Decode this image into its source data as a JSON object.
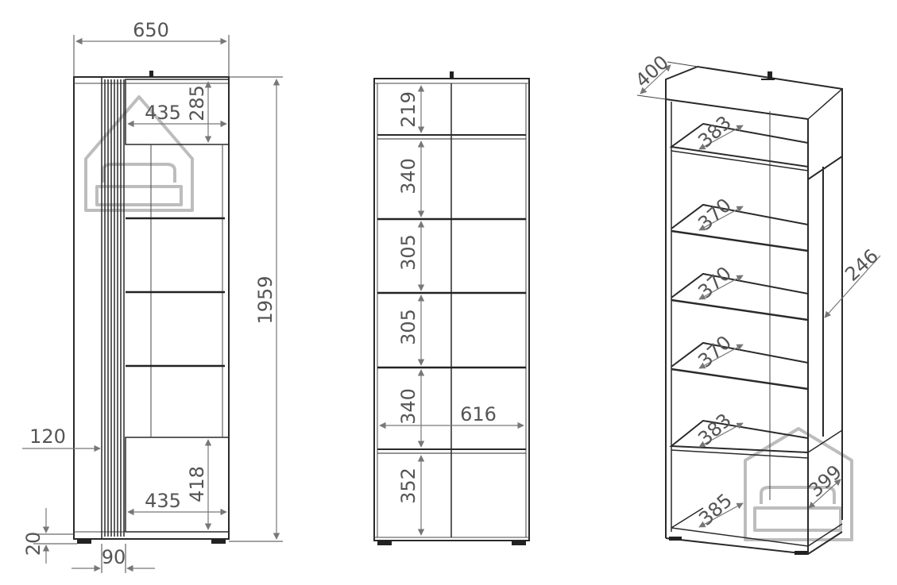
{
  "front_view": {
    "width": "650",
    "height": "1959",
    "top_compartment_height": "285",
    "top_compartment_width": "435",
    "bottom_compartment_height": "418",
    "bottom_compartment_width": "435",
    "side_offset": "120",
    "plinth_height": "20",
    "plinth_width": "90"
  },
  "middle_view": {
    "shelf_spacings": [
      "219",
      "340",
      "305",
      "305",
      "340",
      "352"
    ],
    "inner_width": "616"
  },
  "iso_view": {
    "depth": "400",
    "shelf_depths": [
      "383",
      "370",
      "370",
      "370",
      "383",
      "385"
    ],
    "side_panel_depth": "246",
    "bottom_depth": "399"
  },
  "colors": {
    "line": "#2a2a2a",
    "dimension": "#777777",
    "text": "#555555",
    "watermark": "#bdbdbd"
  }
}
